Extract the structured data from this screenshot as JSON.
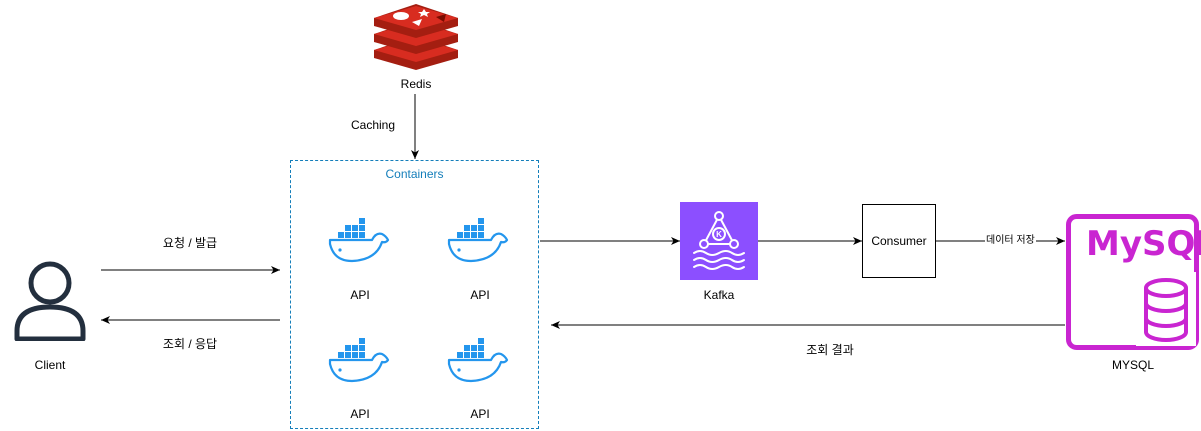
{
  "nodes": {
    "client": {
      "label": "Client"
    },
    "redis": {
      "label": "Redis"
    },
    "containers": {
      "title": "Containers"
    },
    "apis": [
      {
        "label": "API"
      },
      {
        "label": "API"
      },
      {
        "label": "API"
      },
      {
        "label": "API"
      }
    ],
    "kafka": {
      "label": "Kafka"
    },
    "consumer": {
      "label": "Consumer"
    },
    "mysql": {
      "label": "MYSQL",
      "logo_text": "MySQL"
    }
  },
  "edges": {
    "caching": "Caching",
    "request": "요청 / 발급",
    "response": "조회 / 응답",
    "store": "데이터 저장",
    "query_result": "조회 결과"
  },
  "colors": {
    "redis": "#C6302B",
    "docker": "#2496ED",
    "kafka": "#8C4FFF",
    "mysql": "#C925D1",
    "containers_border": "#147EBA"
  }
}
